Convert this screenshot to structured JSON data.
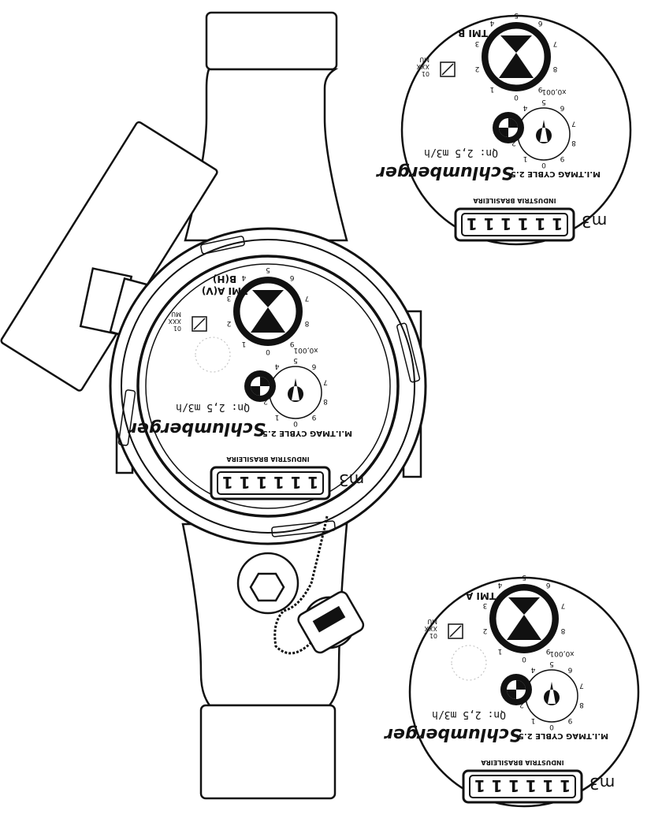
{
  "main_meter": {
    "brand": "Schlumberger",
    "model_lines": [
      "TMI A(V)",
      "B(H)"
    ],
    "flow_rating": "Qn:  2,5 m3/h",
    "dial_cycle": "M.I.TMAG CYBLE 2.5",
    "dial_factor": "x0,001",
    "register_unit": "m3",
    "origin": "INDUSTRIA BRASILEIRA",
    "approval": [
      "01",
      "XXX",
      "MU"
    ],
    "dial_digits": [
      "0",
      "1",
      "2",
      "3",
      "4",
      "5",
      "6",
      "7",
      "8",
      "9"
    ],
    "register_digits": [
      "1",
      "1",
      "1",
      "1",
      "1",
      "1"
    ]
  },
  "dial_variant_b": {
    "brand": "Schlumberger",
    "model": "TMI B",
    "flow_rating": "Qn:  2,5 m3/h",
    "dial_cycle": "M.I.TMAG CYBLE 2.5",
    "dial_factor": "x0,001",
    "register_unit": "m3",
    "origin": "INDUSTRIA BRASILEIRA",
    "approval": [
      "01",
      "XXX",
      "MU"
    ]
  },
  "dial_variant_a": {
    "brand": "Schlumberger",
    "model": "TMI A",
    "flow_rating": "Qn:  2,5 m3/h",
    "dial_cycle": "M.I.TMAG CYBLE 2.5",
    "dial_factor": "x0,001",
    "register_unit": "m3",
    "origin": "INDUSTRIA BRASILEIRA",
    "approval": [
      "01",
      "XXX",
      "MU"
    ]
  },
  "colors": {
    "ink": "#111111",
    "paper": "#ffffff"
  }
}
